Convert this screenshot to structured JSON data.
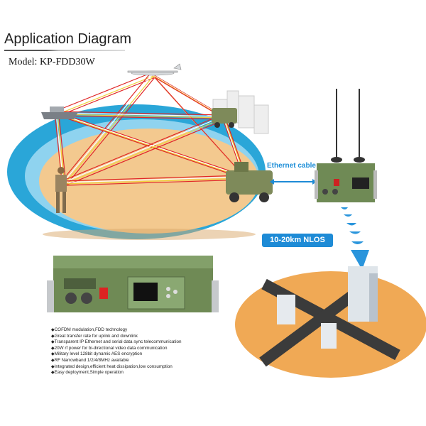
{
  "header": {
    "title": "Application Diagram",
    "model": "Model: KP-FDD30W"
  },
  "labels": {
    "ethernet": "Ethernet cable",
    "range": "10-20km NLOS"
  },
  "features": [
    "COFDM modulation,FDD technology",
    "Great transfer rate for uplink and downlink",
    "Transparent IP Ethernet and serial data sync telecommunication",
    "20W rf power for bi-directional video data communication",
    "Military level 128bit dynamic AES encryption",
    "RF Narrowband 1/2/4/8MHz available",
    "Integrated design,efficient heat dissipation,low consumption",
    "Easy deployment,Simple operation"
  ],
  "colors": {
    "sea": "#2aa6d8",
    "sand": "#f3c98f",
    "device": "#6f8a55",
    "accent": "#1e8bd6",
    "link_red": "#e02828",
    "link_yellow": "#f2d23a"
  }
}
